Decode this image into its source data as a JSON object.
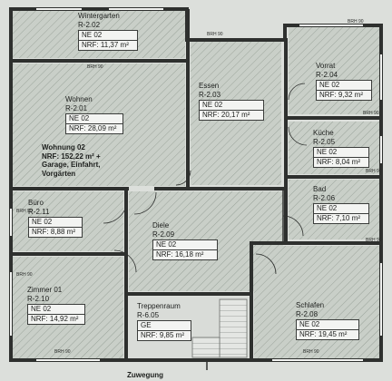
{
  "rooms": {
    "wintergarten": {
      "name": "Wintergarten",
      "code": "R-2.02",
      "unit": "NE 02",
      "area": "NRF: 11,37 m²"
    },
    "wohnen": {
      "name": "Wohnen",
      "code": "R-2.01",
      "unit": "NE 02",
      "area": "NRF: 28,09 m²"
    },
    "essen": {
      "name": "Essen",
      "code": "R-2.03",
      "unit": "NE 02",
      "area": "NRF: 20,17 m²"
    },
    "vorrat": {
      "name": "Vorrat",
      "code": "R-2.04",
      "unit": "NE 02",
      "area": "NRF: 9,32 m²"
    },
    "kueche": {
      "name": "Küche",
      "code": "R-2.05",
      "unit": "NE 02",
      "area": "NRF: 8,04 m²"
    },
    "bad": {
      "name": "Bad",
      "code": "R-2.06",
      "unit": "NE 02",
      "area": "NRF: 7,10 m²"
    },
    "buero": {
      "name": "Büro",
      "code": "R-2.11",
      "unit": "NE 02",
      "area": "NRF: 8,88 m²"
    },
    "diele": {
      "name": "Diele",
      "code": "R-2.09",
      "unit": "NE 02",
      "area": "NRF: 16,18 m²"
    },
    "zimmer": {
      "name": "Zimmer 01",
      "code": "R-2.10",
      "unit": "NE 02",
      "area": "NRF: 14,92 m²"
    },
    "treppenraum": {
      "name": "Treppenraum",
      "code": "R-6.05",
      "unit": "GE",
      "area": "NRF: 9,85 m²"
    },
    "schlafen": {
      "name": "Schlafen",
      "code": "R-2.08",
      "unit": "NE 02",
      "area": "NRF: 19,45 m²"
    }
  },
  "wohnung_note": {
    "line1": "Wohnung 02",
    "line2": "NRF: 152,22 m² +",
    "line3": "Garage, Einfahrt,",
    "line4": "Vorgärten"
  },
  "brh": {
    "a": "BRH 90",
    "b": "BRH 90",
    "c": "BRH 90",
    "d": "BRH 90",
    "e": "BRH 90",
    "f": "BRH 90",
    "g": "BRH 90",
    "h": "BRH 90",
    "i": "BRH 90",
    "j": "BRH 90"
  },
  "bottom": {
    "zuwegung": "Zuwegung"
  }
}
